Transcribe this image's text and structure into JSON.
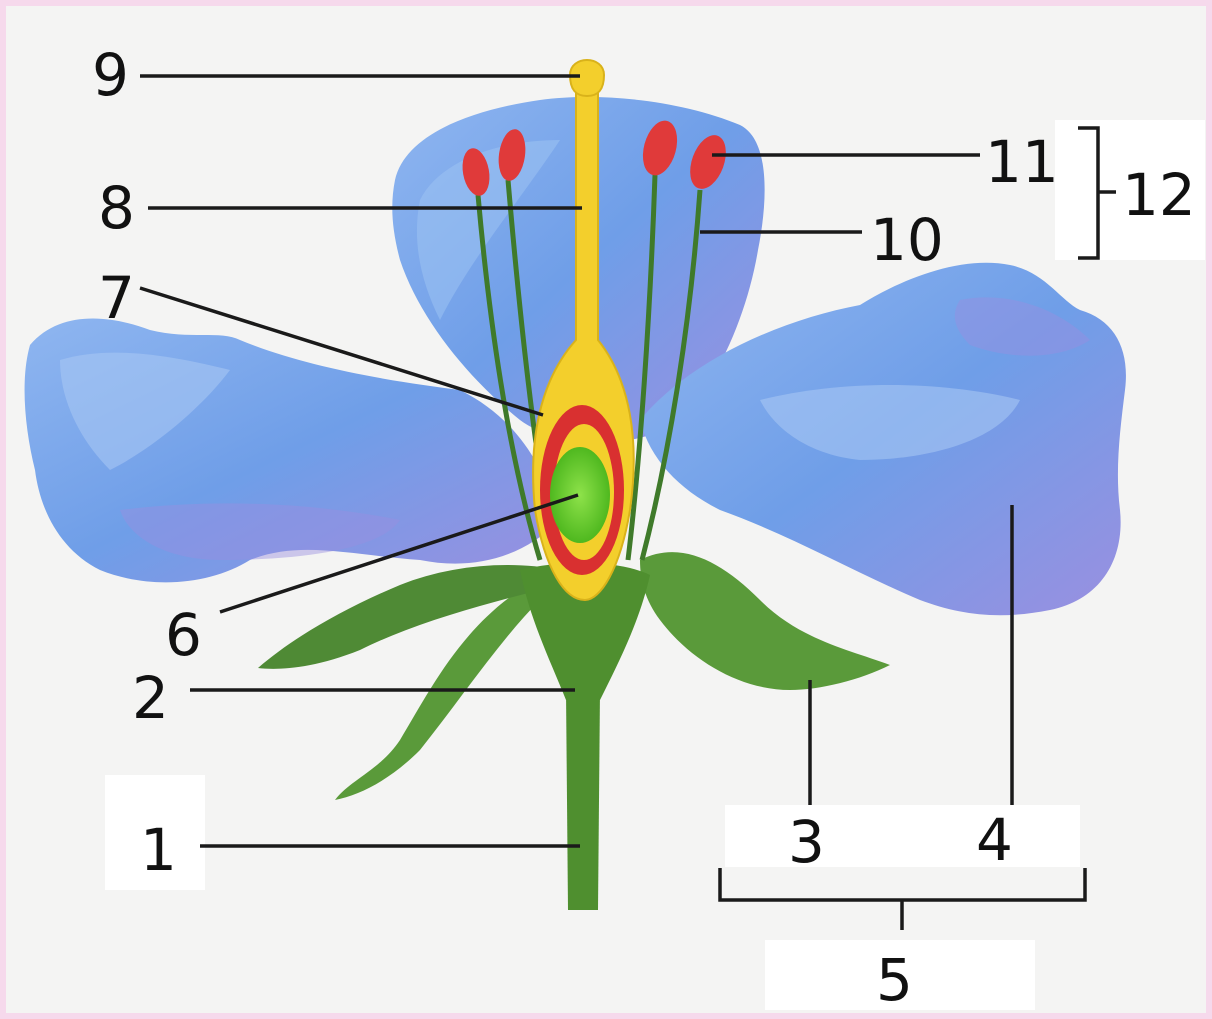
{
  "labels": {
    "l1": "1",
    "l2": "2",
    "l3": "3",
    "l4": "4",
    "l5": "5",
    "l6": "6",
    "l7": "7",
    "l8": "8",
    "l9": "9",
    "l10": "10",
    "l11": "11",
    "l12": "12"
  },
  "colors": {
    "petal": "#6f9ee8",
    "petal_light": "#9cc2f2",
    "petal_shade": "#9a8fe0",
    "sepal": "#5a9a3a",
    "stem": "#4f8f2f",
    "pistil": "#f3cf2c",
    "ovary_wall": "#d93030",
    "ovule": "#6acb2a",
    "anther": "#e03a3a"
  }
}
